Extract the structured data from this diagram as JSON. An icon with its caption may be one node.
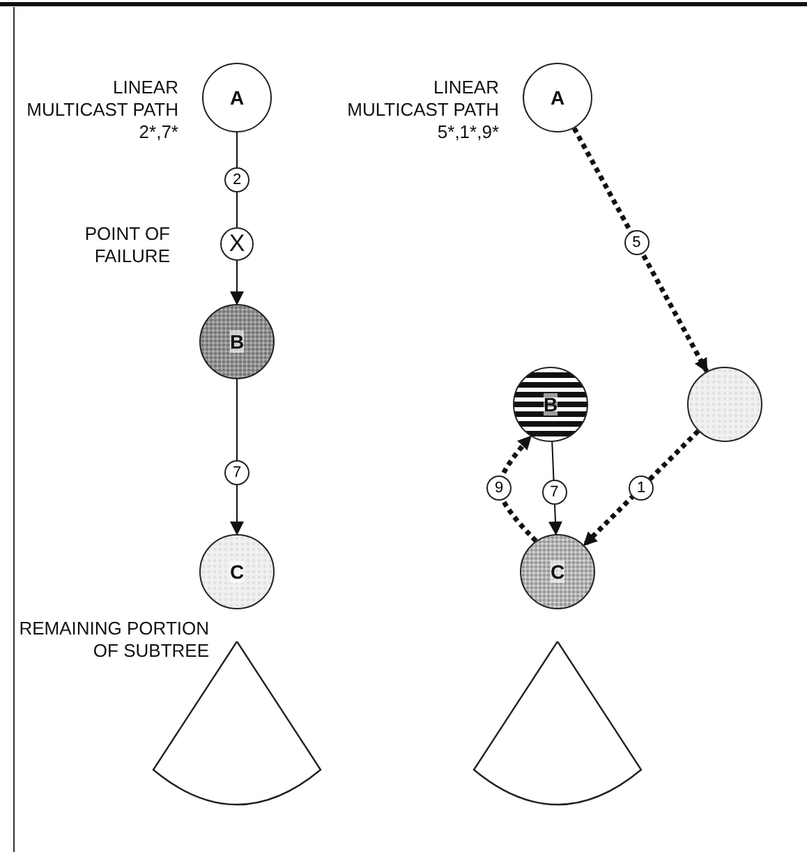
{
  "diagram": {
    "nodes": [
      {
        "text": [
          "A"
        ]
      },
      {
        "text": [
          "X"
        ],
        "beside": [
          "POINT OF FAILURE"
        ]
      },
      {
        "text": [
          "B"
        ]
      },
      {
        "text": [
          "C"
        ]
      },
      {
        "text": [],
        "shape": "cone",
        "beside": [
          "REMAINING PORTION OF SUBTREE"
        ]
      },
      {
        "text": [
          "A"
        ]
      },
      {
        "text": [
          "B"
        ]
      },
      {
        "text": [],
        "shape": "circle"
      },
      {
        "text": [
          "C"
        ]
      },
      {
        "text": [],
        "shape": "cone"
      }
    ],
    "edges": [
      {
        "from": 0,
        "to": 1,
        "arrow": "none",
        "label": "2"
      },
      {
        "from": 1,
        "to": 2,
        "arrow": "to"
      },
      {
        "from": 2,
        "to": 3,
        "arrow": "to",
        "label": "7"
      },
      {
        "from": 5,
        "to": 7,
        "arrow": "to",
        "label": "5",
        "style": "dashed"
      },
      {
        "from": 7,
        "to": 8,
        "arrow": "to",
        "label": "1",
        "style": "dashed"
      },
      {
        "from": 8,
        "to": 6,
        "arrow": "to",
        "label": "9",
        "style": "dashed"
      },
      {
        "from": 6,
        "to": 8,
        "arrow": "to",
        "label": "7"
      }
    ],
    "labels": [
      "LINEAR MULTICAST PATH 2*,7*",
      "LINEAR MULTICAST PATH 5*,1*,9*"
    ]
  }
}
